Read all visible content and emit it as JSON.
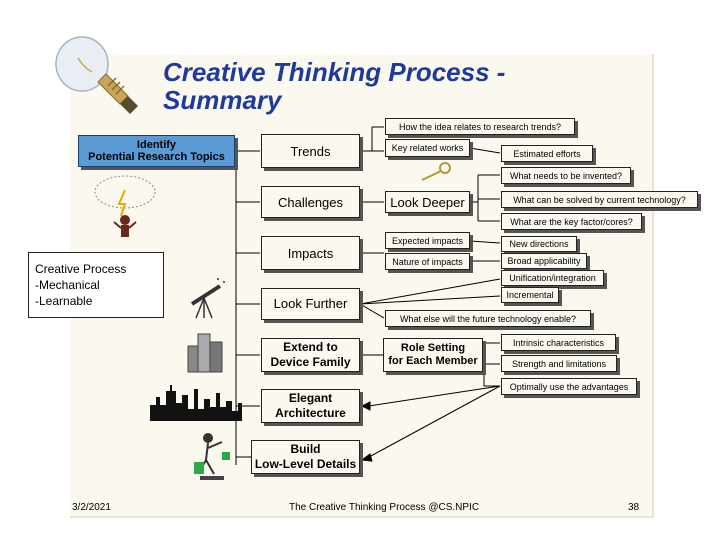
{
  "slide": {
    "title_line1": "Creative Thinking Process -",
    "title_line2": "Summary",
    "footer_date": "3/2/2021",
    "footer_center": "The Creative Thinking Process @CS.NPIC",
    "page_number": "38"
  },
  "left": {
    "identify_line1": "Identify",
    "identify_line2": "Potential Research Topics",
    "process_line1": "Creative Process",
    "process_line2": "-Mechanical",
    "process_line3": "-Learnable"
  },
  "steps": {
    "trends": "Trends",
    "challenges": "Challenges",
    "impacts": "Impacts",
    "look_further": "Look Further",
    "extend_line1": "Extend to",
    "extend_line2": "Device Family",
    "elegant_line1": "Elegant",
    "elegant_line2": "Architecture",
    "build_line1": "Build",
    "build_line2": "Low-Level Details"
  },
  "mid": {
    "key_related": "Key related works",
    "look_deeper": "Look Deeper",
    "expected_impacts": "Expected impacts",
    "nature_of_impacts": "Nature of impacts",
    "role_line1": "Role Setting",
    "role_line2": "for Each Member"
  },
  "right": {
    "idea_relates": "How the idea relates to research trends?",
    "estimated_efforts": "Estimated efforts",
    "needs_invented": "What needs to be invented?",
    "solved_current": "What can be solved by current technology?",
    "key_factor": "What are the key factor/cores?",
    "new_directions": "New directions",
    "broad_applicability": "Broad applicability",
    "unification": "Unification/integration",
    "incremental": "Incremental",
    "future_tech": "What else will the future technology enable?",
    "intrinsic": "Intrinsic characteristics",
    "strength": "Strength and limitations",
    "optimally": "Optimally use the advantages"
  }
}
